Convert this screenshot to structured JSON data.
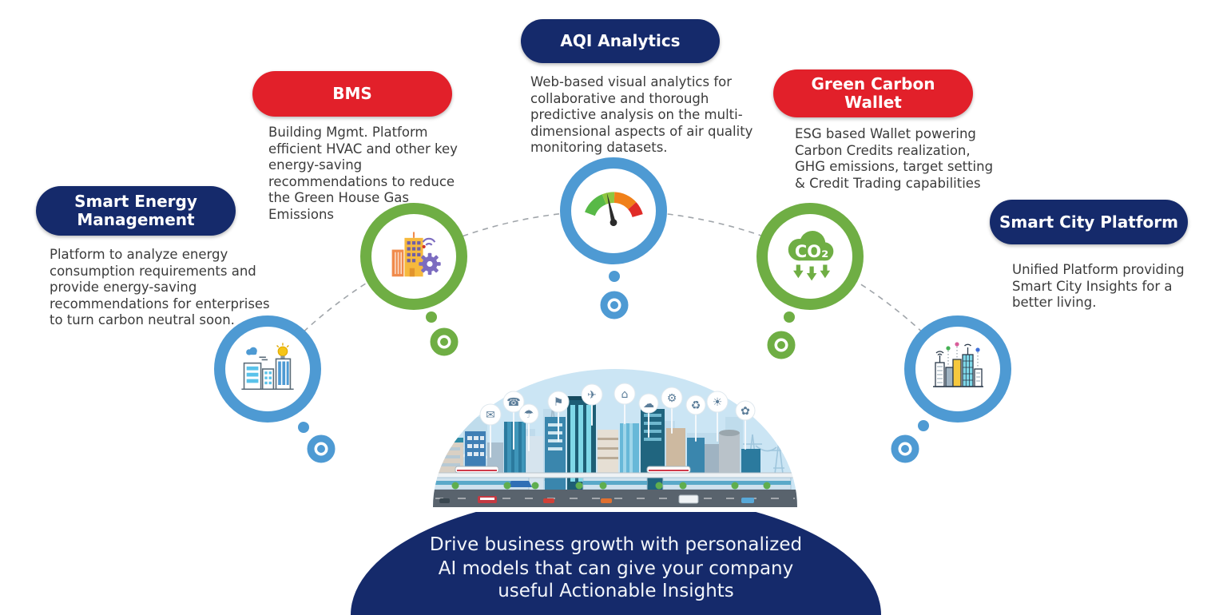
{
  "offerings": [
    {
      "label": "Smart Energy Management",
      "description": "Platform to analyze energy consumption requirements and provide energy-saving recommendations for enterprises to turn carbon neutral soon.",
      "badge_color": "#152a6b",
      "ring_color": "#4e9ad3",
      "icon": "city-buildings-lightbulb-icon"
    },
    {
      "label": "BMS",
      "description": "Building Mgmt. Platform efficient HVAC and other key energy-saving recommendations to reduce the Green House Gas Emissions",
      "badge_color": "#e2202a",
      "ring_color": "#6fae44",
      "icon": "smart-building-gear-icon"
    },
    {
      "label": "AQI Analytics",
      "description": "Web-based visual analytics for collaborative and thorough predictive analysis on the multi-dimensional aspects of air quality monitoring datasets.",
      "badge_color": "#152a6b",
      "ring_color": "#4e9ad3",
      "icon": "air-quality-gauge-icon"
    },
    {
      "label": "Green Carbon Wallet",
      "description": "ESG based Wallet powering Carbon Credits realization, GHG emissions, target setting & Credit Trading capabilities",
      "badge_color": "#e2202a",
      "ring_color": "#6fae44",
      "icon": "co2-reduction-cloud-icon",
      "icon_label": "CO₂"
    },
    {
      "label": "Smart City Platform",
      "description": "Unified Platform providing Smart City Insights for a better living.",
      "badge_color": "#152a6b",
      "ring_color": "#4e9ad3",
      "icon": "smart-city-skyline-icon"
    }
  ],
  "center": {
    "tagline_lines": [
      "Drive business growth with personalized",
      "AI models that can give your company",
      "useful Actionable Insights"
    ]
  },
  "city": {
    "bubbles": [
      {
        "name": "envelope-icon",
        "glyph": "✉"
      },
      {
        "name": "phone-icon",
        "glyph": "☎"
      },
      {
        "name": "umbrella-icon",
        "glyph": "☂"
      },
      {
        "name": "flag-icon",
        "glyph": "⚑"
      },
      {
        "name": "plane-icon",
        "glyph": "✈"
      },
      {
        "name": "house-icon",
        "glyph": "⌂"
      },
      {
        "name": "cloud-icon",
        "glyph": "☁"
      },
      {
        "name": "gear-icon",
        "glyph": "⚙"
      },
      {
        "name": "recycle-icon",
        "glyph": "♻"
      },
      {
        "name": "sun-icon",
        "glyph": "☀"
      },
      {
        "name": "flower-icon",
        "glyph": "✿"
      }
    ]
  },
  "colors": {
    "navy": "#152a6b",
    "red": "#e2202a",
    "ring_blue": "#4e9ad3",
    "ring_green": "#6fae44",
    "body_text": "#3b3b3b",
    "dashed_line": "#a0a5aa",
    "sky": "#cbe5f4",
    "road": "#59636d"
  }
}
